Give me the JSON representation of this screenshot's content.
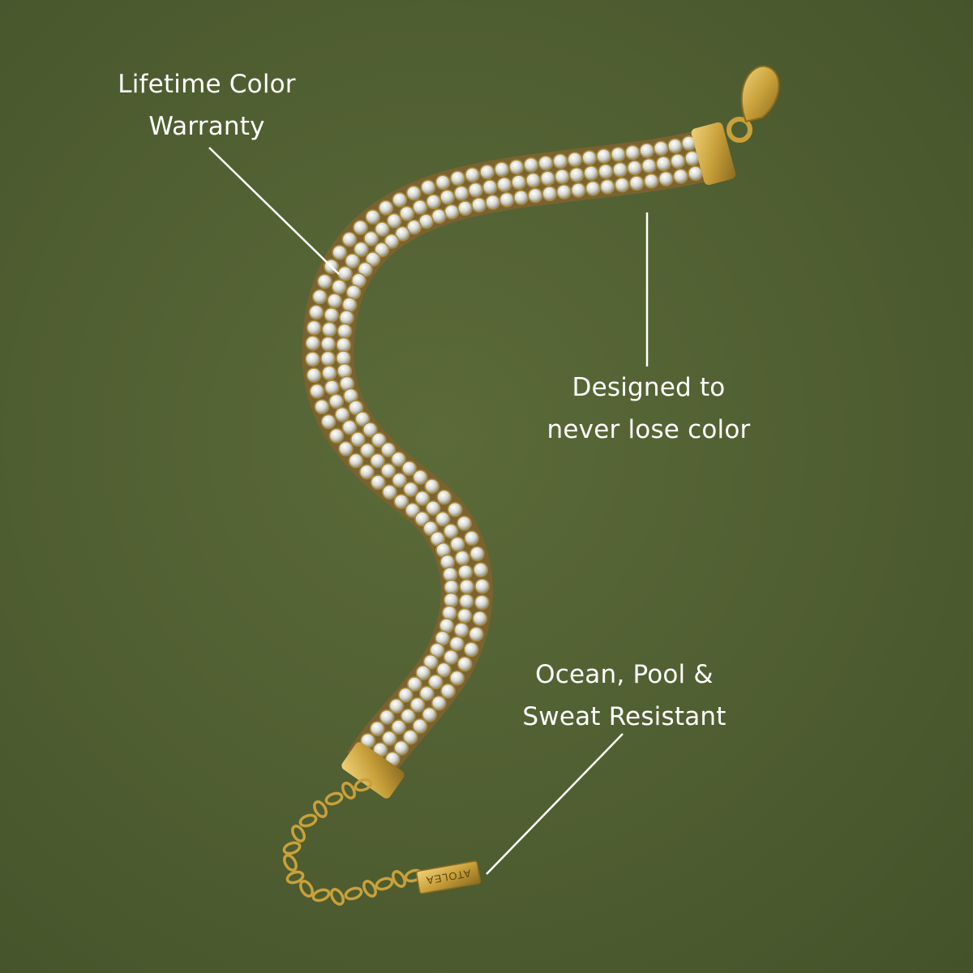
{
  "colors": {
    "background": "#4f5e31",
    "gold": "#c9a13b",
    "stone": "#e6e6e0",
    "label_text": "#ffffff",
    "leader_line": "#ffffff"
  },
  "callouts": {
    "warranty": {
      "line1": "Lifetime Color",
      "line2": "Warranty"
    },
    "color": {
      "line1": "Designed to",
      "line2": "never lose color"
    },
    "resistant": {
      "line1": "Ocean, Pool &",
      "line2": "Sweat Resistant"
    }
  },
  "product": {
    "name": "gold-tennis-bracelet",
    "tag_text": "ATOLEA",
    "stone_rows": 3
  }
}
